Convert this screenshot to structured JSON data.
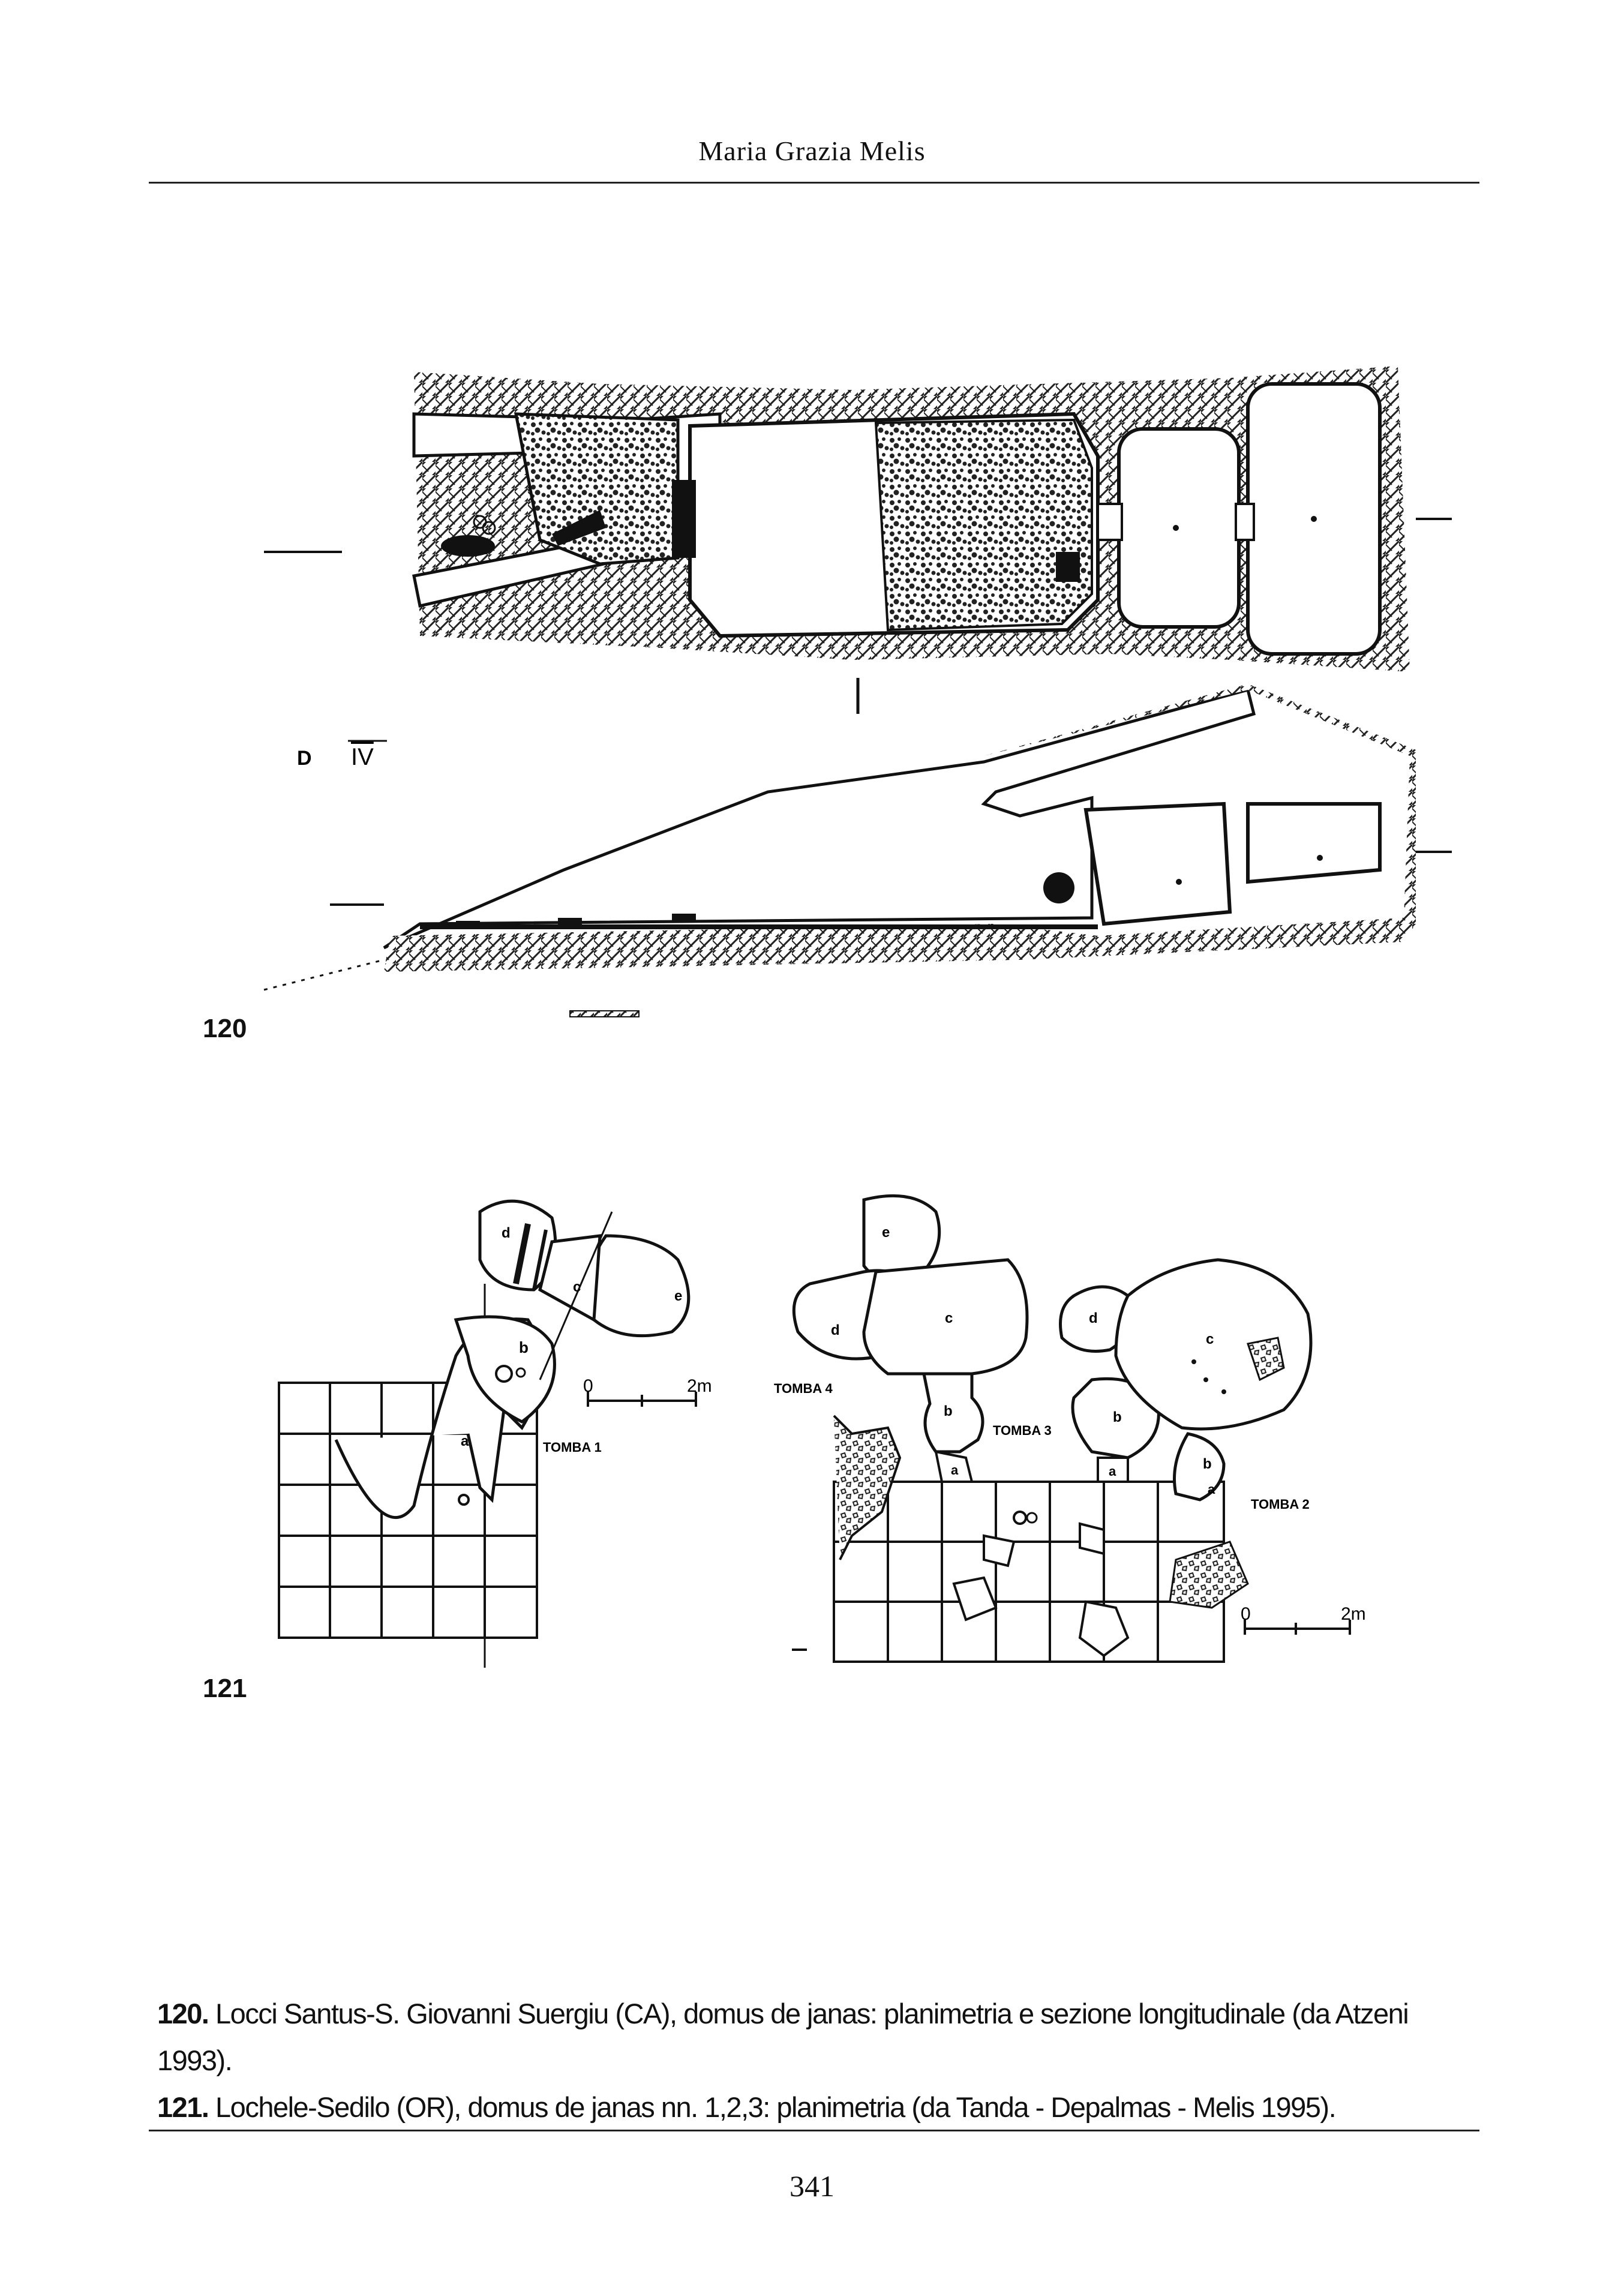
{
  "header": {
    "author": "Maria Grazia Melis"
  },
  "figure120": {
    "number": "120",
    "marker_label": "D",
    "roman_label": "IV"
  },
  "figure121": {
    "number": "121",
    "tomb1": {
      "label": "TOMBA 1",
      "rooms": [
        "d",
        "c",
        "e",
        "b",
        "a"
      ],
      "scale_start": "0",
      "scale_end": "2m"
    },
    "tomb4": {
      "label": "TOMBA 4",
      "rooms": [
        "e",
        "c",
        "d",
        "b",
        "a"
      ]
    },
    "tomb3": {
      "label": "TOMBA 3",
      "rooms": [
        "d",
        "b",
        "a"
      ]
    },
    "tomb2": {
      "label": "TOMBA 2",
      "rooms": [
        "c",
        "b",
        "a"
      ],
      "scale_start": "0",
      "scale_end": "2m"
    }
  },
  "captions": [
    {
      "number": "120.",
      "text": " Locci Santus-S. Giovanni Suergiu (CA), domus de janas: planimetria e sezione longitudinale (da Atzeni 1993)."
    },
    {
      "number": "121.",
      "text": " Lochele-Sedilo (OR), domus de janas nn. 1,2,3: planimetria (da Tanda - Depalmas - Melis 1995)."
    }
  ],
  "page_number": "341",
  "colors": {
    "ink": "#111111",
    "paper": "#ffffff"
  }
}
